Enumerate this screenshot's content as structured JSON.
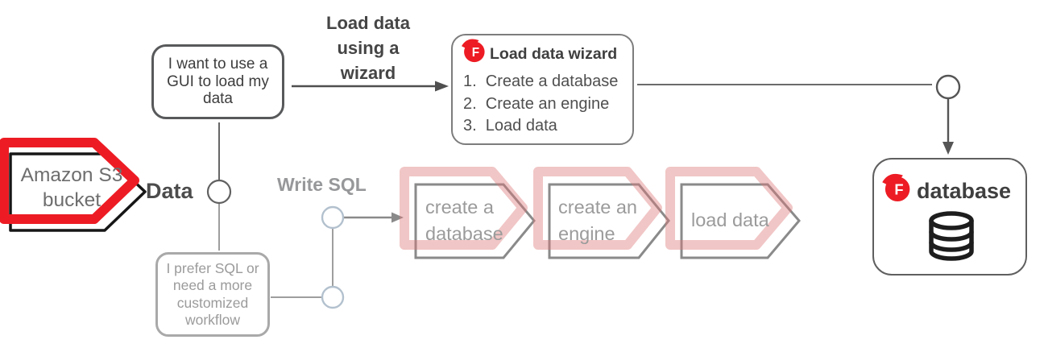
{
  "s3": {
    "label": "Amazon S3\nbucket"
  },
  "data_point": {
    "label": "Data"
  },
  "gui_choice": {
    "text": "I want to use a\nGUI to load my\ndata"
  },
  "wizard_path": {
    "arrow_label": "Load data\nusing a\nwizard"
  },
  "wizard_box": {
    "title": "Load data wizard",
    "logo_letter": "F",
    "steps": [
      "1.  Create a database",
      "2.  Create an engine",
      "3.  Load data"
    ]
  },
  "sql_choice": {
    "text": "I prefer SQL or\nneed a more\ncustomized\nworkflow"
  },
  "sql_path": {
    "label": "Write SQL"
  },
  "sql_steps": [
    {
      "label": "create a\ndatabase"
    },
    {
      "label": "create an\nengine"
    },
    {
      "label": "load data"
    }
  ],
  "database_box": {
    "title": "database",
    "logo_letter": "F"
  },
  "colors": {
    "firebolt_red": "#ed1c24",
    "s3_highlight_red": "#ed1c24",
    "sql_highlight_pink": "#f0c2c2",
    "dark_text": "#3f3f3f",
    "muted_text": "#9b9b9b",
    "node_circle_blue": "#b3c1ce"
  }
}
